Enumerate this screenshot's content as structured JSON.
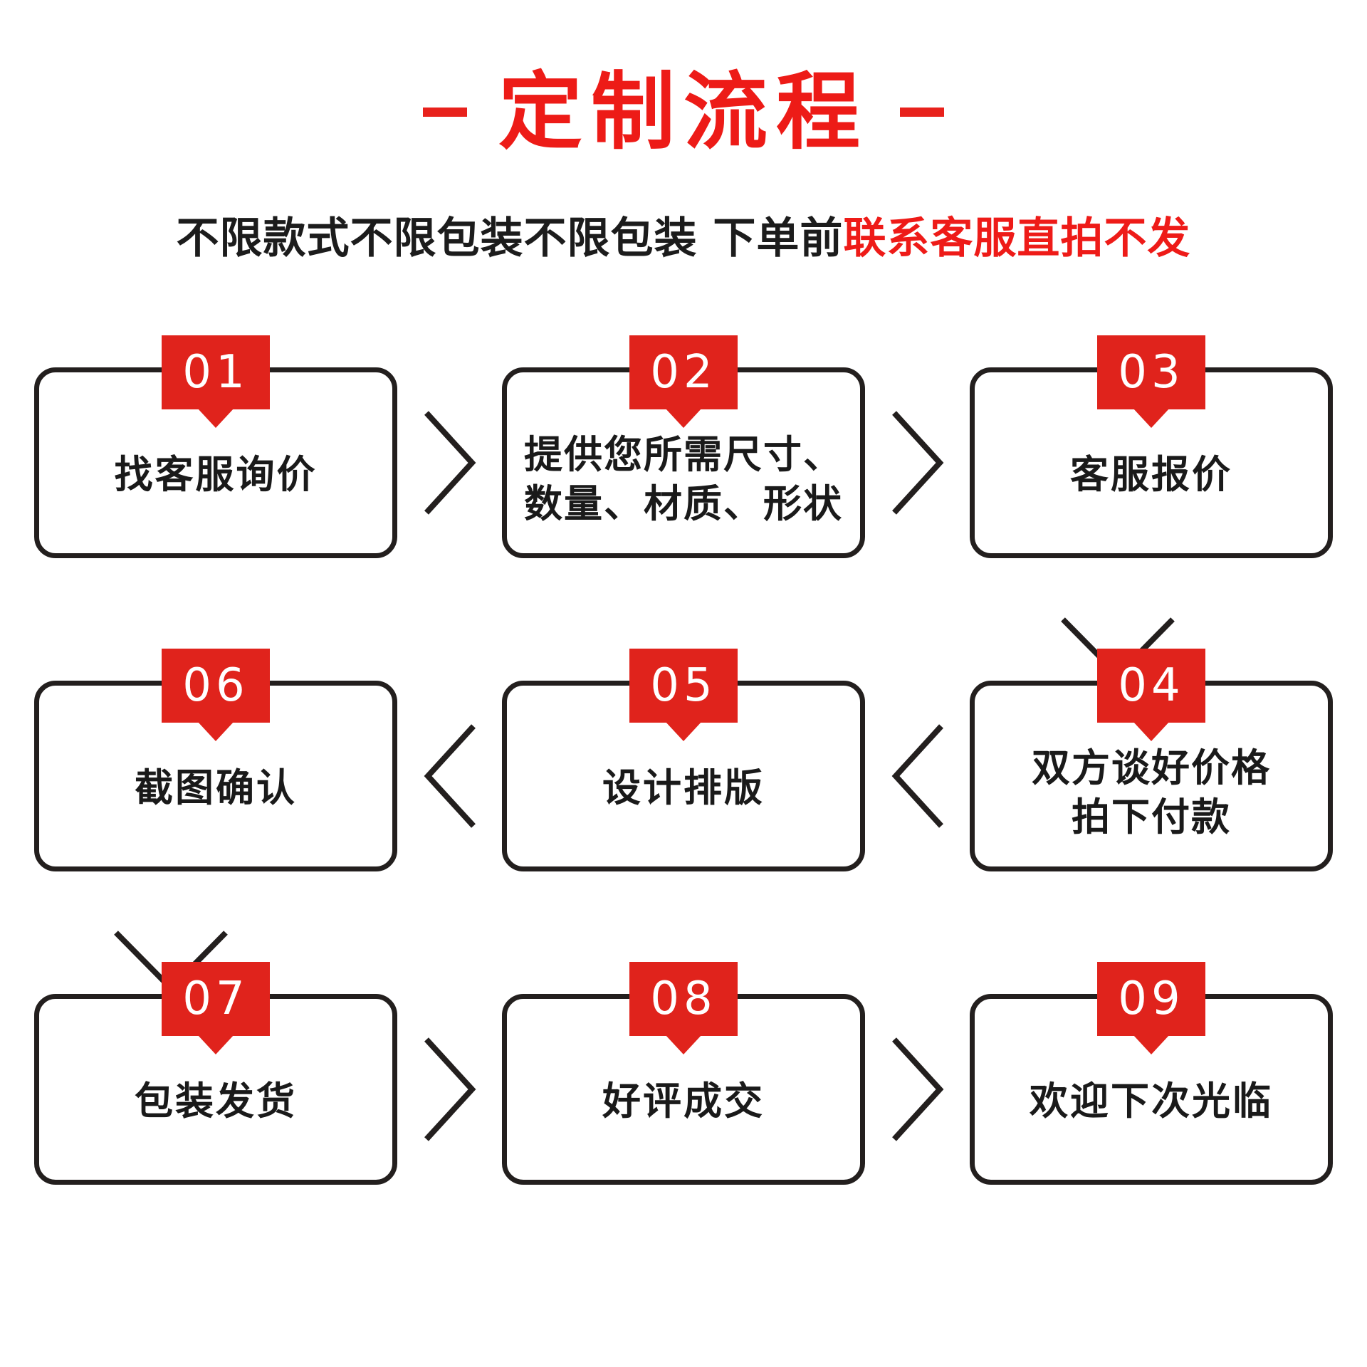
{
  "header": {
    "title": "定制流程",
    "title_rule_left": "dash",
    "title_rule_right": "dash",
    "subtitle_black": "不限款式不限包装不限包装 下单前",
    "subtitle_red": "联系客服直拍不发"
  },
  "colors": {
    "brand_red": "#e0231c",
    "title_red": "#ed1b17",
    "outline_black": "#231f1e",
    "text_black": "#1a1a1a",
    "background": "#ffffff"
  },
  "flow": {
    "rows": [
      {
        "direction": "left-to-right",
        "steps": [
          {
            "number": "01",
            "label": "找客服询价",
            "lines": 1
          },
          {
            "number": "02",
            "label": "提供您所需尺寸、\n数量、材质、形状",
            "lines": 2
          },
          {
            "number": "03",
            "label": "客服报价",
            "lines": 1
          }
        ],
        "connector": "chevron-right-icon"
      },
      {
        "direction": "right-to-left",
        "steps": [
          {
            "number": "06",
            "label": "截图确认",
            "lines": 1
          },
          {
            "number": "05",
            "label": "设计排版",
            "lines": 1
          },
          {
            "number": "04",
            "label": "双方谈好价格\n拍下付款",
            "lines": 2
          }
        ],
        "connector": "chevron-left-icon"
      },
      {
        "direction": "left-to-right",
        "steps": [
          {
            "number": "07",
            "label": "包装发货",
            "lines": 1
          },
          {
            "number": "08",
            "label": "好评成交",
            "lines": 1
          },
          {
            "number": "09",
            "label": "欢迎下次光临",
            "lines": 1
          }
        ],
        "connector": "chevron-right-icon"
      }
    ],
    "vertical_connectors": [
      {
        "from": "03",
        "to": "04",
        "icon": "chevron-down-icon"
      },
      {
        "from": "06",
        "to": "07",
        "icon": "chevron-down-icon"
      }
    ]
  }
}
